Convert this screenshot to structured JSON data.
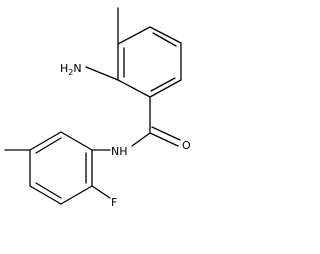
{
  "atoms": {
    "amine": {
      "main": "H",
      "subscript": "2",
      "tail": "N"
    },
    "carbonyl_oxygen": "O",
    "amide_nitrogen": "NH",
    "fluorine": "F"
  },
  "colors": {
    "bond": "#000000",
    "background": "#ffffff"
  }
}
